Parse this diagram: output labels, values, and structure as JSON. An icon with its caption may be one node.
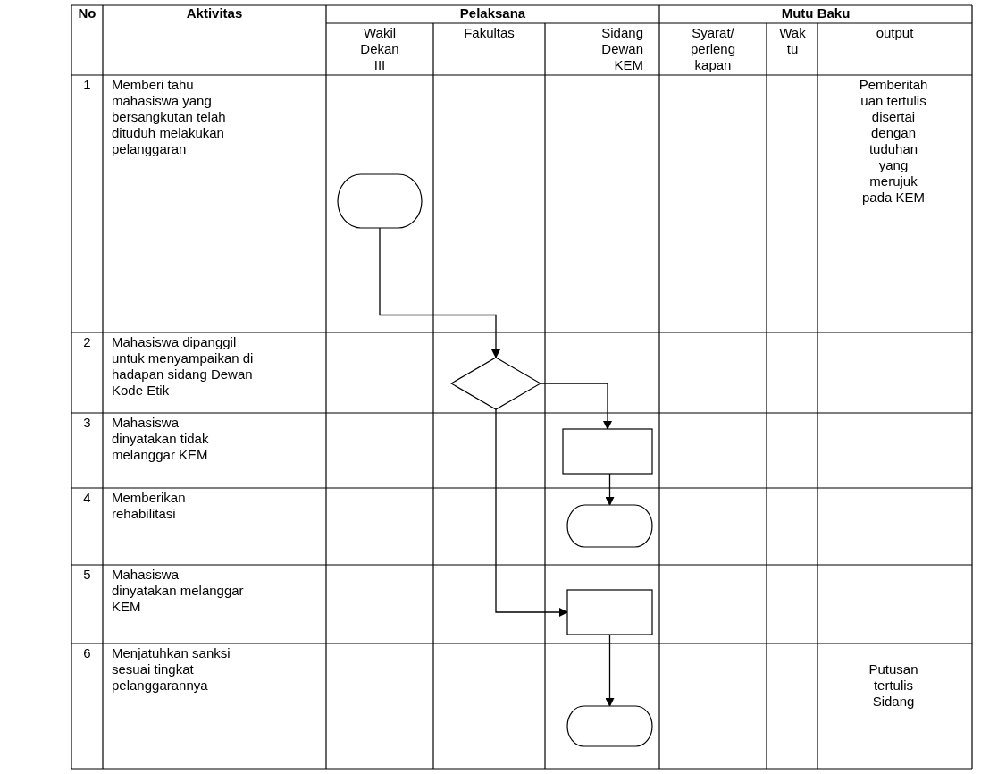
{
  "diagram": {
    "nodes": [
      {
        "text": [],
        "shape": "box"
      },
      {
        "text": [],
        "shape": "diamond"
      },
      {
        "text": [],
        "shape": "box"
      },
      {
        "text": [],
        "shape": "box"
      },
      {
        "text": [],
        "shape": "box"
      },
      {
        "text": [],
        "shape": "box"
      }
    ],
    "edges": [
      {
        "from": 0,
        "to": 1,
        "arrow": "to"
      },
      {
        "from": 1,
        "to": 2,
        "arrow": "to"
      },
      {
        "from": 2,
        "to": 3,
        "arrow": "to"
      },
      {
        "from": 1,
        "to": 4,
        "arrow": "to"
      },
      {
        "from": 4,
        "to": 5,
        "arrow": "to"
      }
    ],
    "labels": [
      "No",
      "Aktivitas",
      "Pelaksana",
      "Mutu Baku",
      "Wakil Dekan III",
      "Fakultas",
      "Sidang Dewan KEM",
      "Syarat/ perleng kapan",
      "Wak tu",
      "output",
      "1",
      "Memberi tahu mahasiswa yang bersangkutan telah dituduh melakukan pelanggaran",
      "Pemberitah uan tertulis disertai dengan tuduhan yang merujuk pada KEM",
      "2",
      "Mahasiswa dipanggil untuk menyampaikan di hadapan sidang Dewan Kode Etik",
      "3",
      "Mahasiswa dinyatakan tidak melanggar KEM",
      "4",
      "Memberikan rehabilitasi",
      "5",
      "Mahasiswa dinyatakan melanggar KEM",
      "6",
      "Menjatuhkan sanksi sesuai tingkat pelanggarannya",
      "Putusan tertulis Sidang"
    ]
  }
}
